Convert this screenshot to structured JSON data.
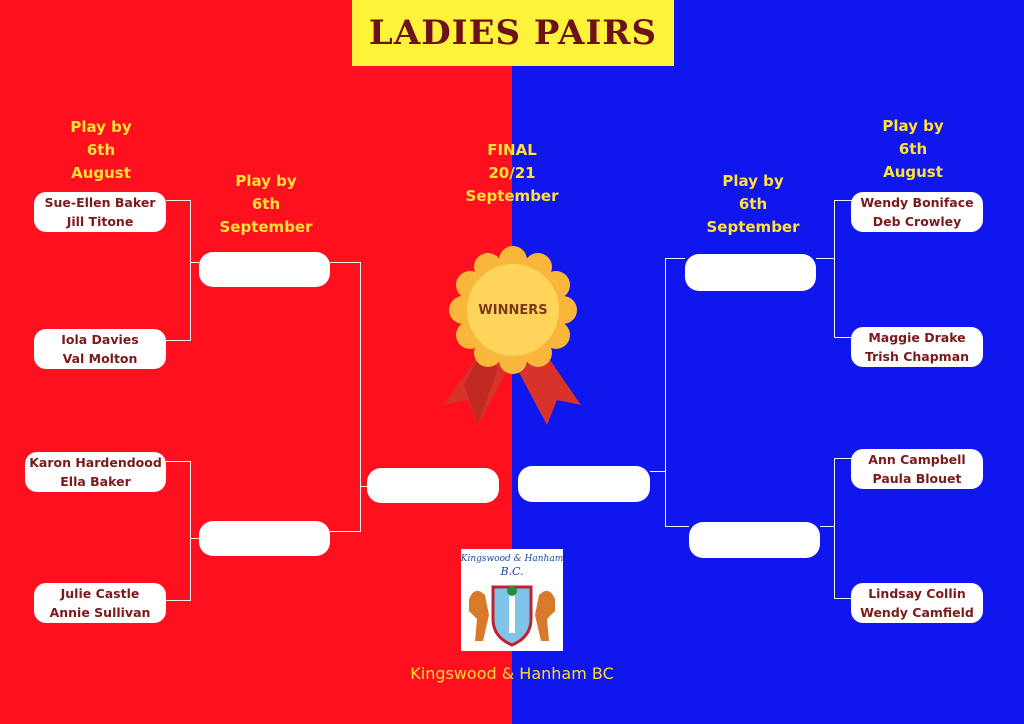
{
  "title": "LADIES PAIRS",
  "left": {
    "round1_heading": [
      "Play by",
      "6th",
      "August"
    ],
    "round2_heading": [
      "Play by",
      "6th",
      "September"
    ],
    "pairs": [
      [
        "Sue-Ellen Baker",
        "Jill Titone"
      ],
      [
        "Iola Davies",
        "Val Molton"
      ],
      [
        "Karon Hardendood",
        "Ella Baker"
      ],
      [
        "Julie Castle",
        "Annie Sullivan"
      ]
    ]
  },
  "right": {
    "round1_heading": [
      "Play by",
      "6th",
      "August"
    ],
    "round2_heading": [
      "Play by",
      "6th",
      "September"
    ],
    "pairs": [
      [
        "Wendy Boniface",
        "Deb Crowley"
      ],
      [
        "Maggie Drake",
        "Trish Chapman"
      ],
      [
        "Ann Campbell",
        "Paula Blouet"
      ],
      [
        "Lindsay Collin",
        "Wendy Camfield"
      ]
    ]
  },
  "final_heading": [
    "FINAL",
    "20/21",
    "September"
  ],
  "winners_label": "WINNERS",
  "logo": {
    "text_line1": "Kingswood & Hanham",
    "text_line2": "B.C."
  },
  "footer": "Kingswood & Hanham BC",
  "colors": {
    "left_bg": "#ff101e",
    "right_bg": "#1016ee",
    "title_bg": "#fff23a",
    "heading": "#ffe13a",
    "rosette": "#f9c13a",
    "ribbon": "#d8322a"
  }
}
